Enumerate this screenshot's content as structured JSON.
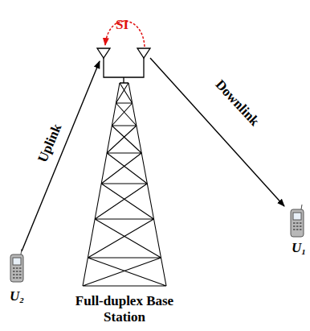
{
  "diagram": {
    "labels": [
      "SI",
      "Uplink",
      "Downlink",
      "U₂",
      "U₁",
      "Full-duplex Base Station"
    ]
  }
}
